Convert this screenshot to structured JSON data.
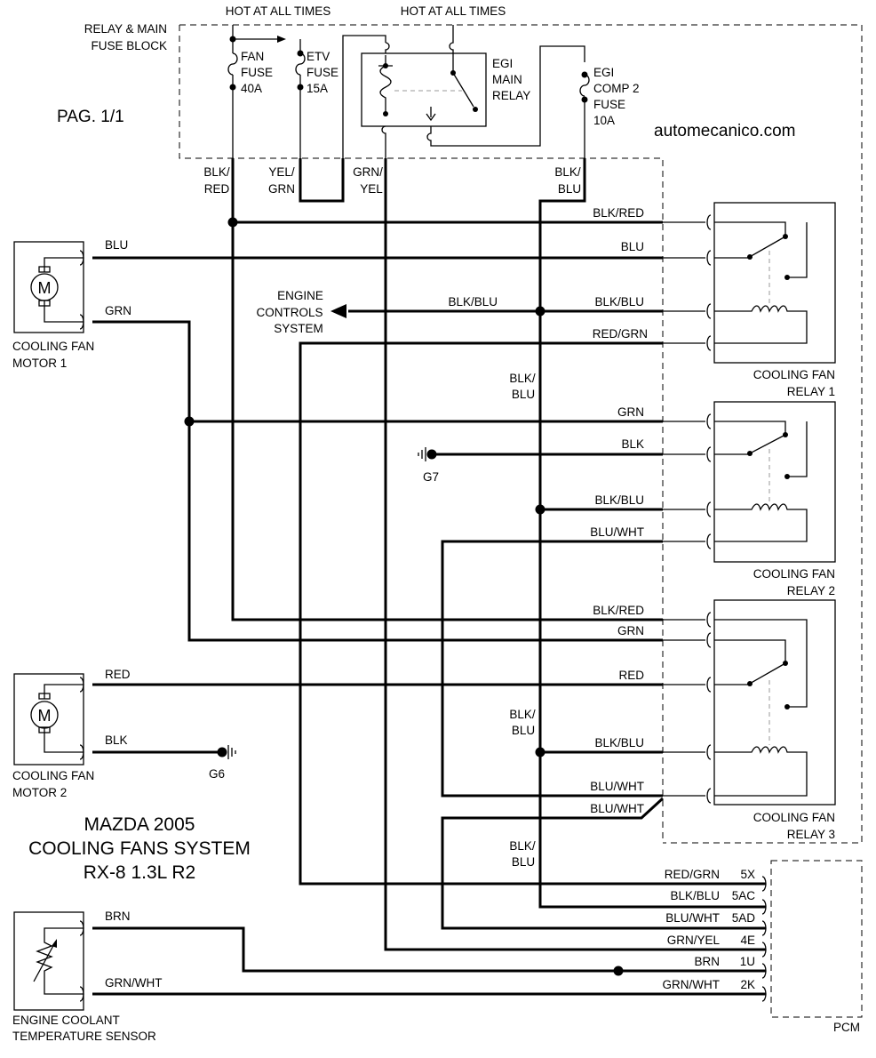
{
  "header": {
    "hot1": "HOT AT ALL TIMES",
    "hot2": "HOT AT ALL TIMES",
    "page": "PAG. 1/1",
    "watermark": "automecanico.com"
  },
  "fuse_block": {
    "label_line1": "RELAY & MAIN",
    "label_line2": "FUSE BLOCK",
    "fan_fuse": [
      "FAN",
      "FUSE",
      "40A"
    ],
    "etv_fuse": [
      "ETV",
      "FUSE",
      "15A"
    ],
    "egi_main_relay": [
      "EGI",
      "MAIN",
      "RELAY"
    ],
    "egi_comp2_fuse": [
      "EGI",
      "COMP 2",
      "FUSE",
      "10A"
    ]
  },
  "wire_labels": {
    "blk_red_v": [
      "BLK/",
      "RED"
    ],
    "yel_grn_v": [
      "YEL/",
      "GRN"
    ],
    "grn_yel_v": [
      "GRN/",
      "YEL"
    ],
    "blk_blu_v": [
      "BLK/",
      "BLU"
    ],
    "blk_blu_v2": [
      "BLK/",
      "BLU"
    ],
    "blk_blu_v3": [
      "BLK/",
      "BLU"
    ],
    "blk_blu_v4": [
      "BLK/",
      "BLU"
    ],
    "r1_blk_red": "BLK/RED",
    "r1_blu": "BLU",
    "r1_blk_blu": "BLK/BLU",
    "r1_red_grn": "RED/GRN",
    "r2_grn": "GRN",
    "r2_blk": "BLK",
    "r2_blk_blu": "BLK/BLU",
    "r2_blu_wht": "BLU/WHT",
    "r3_blk_red": "BLK/RED",
    "r3_grn": "GRN",
    "r3_red": "RED",
    "r3_blk_blu": "BLK/BLU",
    "r3_blu_wht": "BLU/WHT",
    "r3_blu_wht2": "BLU/WHT",
    "ecs_blk_blu": "BLK/BLU",
    "m1_blu": "BLU",
    "m1_grn": "GRN",
    "m2_red": "RED",
    "m2_blk": "BLK",
    "ect_brn": "BRN",
    "ect_grn_wht": "GRN/WHT"
  },
  "components": {
    "motor1": [
      "COOLING FAN",
      "MOTOR 1"
    ],
    "motor2": [
      "COOLING FAN",
      "MOTOR 2"
    ],
    "motor_symbol": "M",
    "relay1": [
      "COOLING FAN",
      "RELAY 1"
    ],
    "relay2": [
      "COOLING FAN",
      "RELAY 2"
    ],
    "relay3": [
      "COOLING FAN",
      "RELAY 3"
    ],
    "engine_controls": [
      "ENGINE",
      "CONTROLS",
      "SYSTEM"
    ],
    "g7": "G7",
    "g6": "G6",
    "ect_sensor": [
      "ENGINE COOLANT",
      "TEMPERATURE SENSOR"
    ],
    "pcm": "PCM"
  },
  "pcm_pins": [
    {
      "wire": "RED/GRN",
      "pin": "5X"
    },
    {
      "wire": "BLK/BLU",
      "pin": "5AC"
    },
    {
      "wire": "BLU/WHT",
      "pin": "5AD"
    },
    {
      "wire": "GRN/YEL",
      "pin": "4E"
    },
    {
      "wire": "BRN",
      "pin": "1U"
    },
    {
      "wire": "GRN/WHT",
      "pin": "2K"
    }
  ],
  "title_block": [
    "MAZDA 2005",
    "COOLING FANS SYSTEM",
    "RX-8 1.3L R2"
  ]
}
